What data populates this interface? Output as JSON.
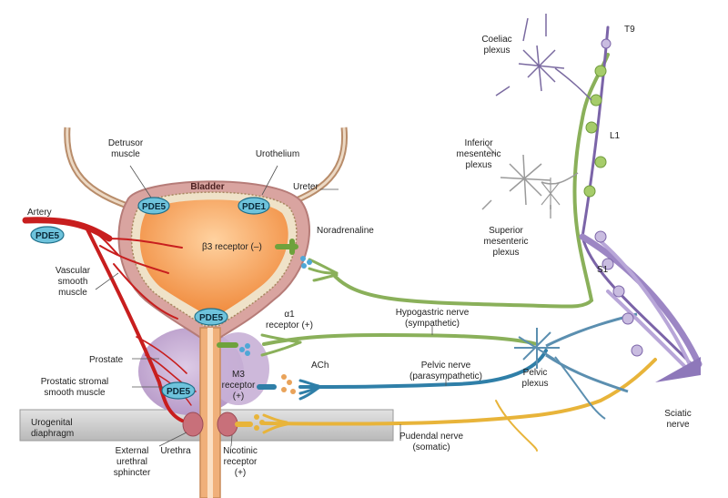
{
  "labels": {
    "bladder": "Bladder",
    "detrusor": [
      "Detrusor",
      "muscle"
    ],
    "urothelium": "Urothelium",
    "ureter": "Ureter",
    "artery": "Artery",
    "noradrenaline": "Noradrenaline",
    "beta3": "β3 receptor (–)",
    "vascular": [
      "Vascular",
      "smooth",
      "muscle"
    ],
    "alpha1": [
      "α1",
      "receptor (+)"
    ],
    "prostate": "Prostate",
    "stromal": [
      "Prostatic stromal",
      "smooth muscle"
    ],
    "m3": [
      "M3",
      "receptor",
      "(+)"
    ],
    "ach": "ACh",
    "urogenital": [
      "Urogenital",
      "diaphragm"
    ],
    "external": [
      "External",
      "urethral",
      "sphincter"
    ],
    "urethra": "Urethra",
    "nicotinic": [
      "Nicotinic",
      "receptor",
      "(+)"
    ],
    "hypogastric": [
      "Hypogastric nerve",
      "(sympathetic)"
    ],
    "pelvic_nerve": [
      "Pelvic nerve",
      "(parasympathetic)"
    ],
    "pudendal": [
      "Pudendal nerve",
      "(somatic)"
    ],
    "pelvic_plexus": [
      "Pelvic",
      "plexus"
    ],
    "sciatic": [
      "Sciatic",
      "nerve"
    ],
    "coeliac": [
      "Coeliac",
      "plexus"
    ],
    "inferior_mesenteric": [
      "Inferior",
      "mesenteric",
      "plexus"
    ],
    "superior_mesenteric": [
      "Superior",
      "mesenteric",
      "plexus"
    ],
    "t9": "T9",
    "l1": "L1",
    "s1": "S1"
  },
  "pde_badges": [
    "PDE5",
    "PDE1",
    "PDE5",
    "PDE5",
    "PDE5"
  ],
  "colors": {
    "bladder_wall": "#d9a4a0",
    "bladder_lumen": "#f5a05a",
    "prostate": "#c9b1d6",
    "artery": "#c81e1e",
    "sympathetic": "#8ab05a",
    "parasympathetic": "#2f7fa8",
    "somatic": "#e8b43a",
    "spinal": "#7b64a8",
    "badge": "#6ec3dc"
  }
}
